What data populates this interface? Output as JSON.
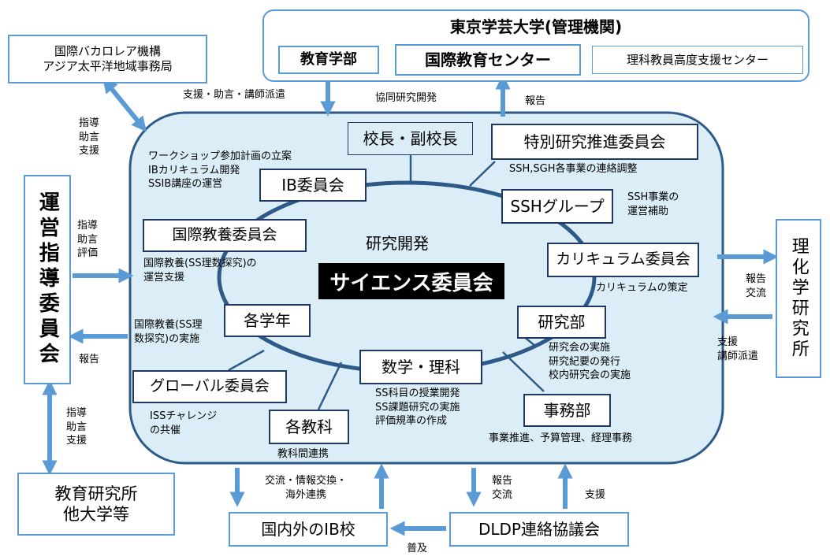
{
  "colors": {
    "accent": "#5b9bd5",
    "panel_fill": "#dbeef7",
    "ring": "#2e5a8a",
    "dark_border": "#1f3864"
  },
  "top_org": {
    "title": "東京学芸大学(管理機関)",
    "faculty": "教育学部",
    "intl_center": "国際教育センター",
    "science_center": "理科教員高度支援センター"
  },
  "ib_asia": [
    "国際バカロレア機構",
    "アジア太平洋地域事務局"
  ],
  "steering": "運営指導委員会",
  "riken": "理化学研究所",
  "edu_inst": [
    "教育研究所",
    "他大学等"
  ],
  "ib_schools": "国内外のIB校",
  "dldp": "DLDP連絡協議会",
  "center": {
    "title": "サイエンス委員会",
    "caption": "研究開発"
  },
  "committees": {
    "principal": "校長・副校長",
    "special": "特別研究推進委員会",
    "ssh_group": "SSHグループ",
    "curriculum": "カリキュラム委員会",
    "research": "研究部",
    "office": "事務部",
    "math_science": "数学・理科",
    "subjects": "各教科",
    "global": "グローバル委員会",
    "grades": "各学年",
    "intl_liberal": "国際教養委員会",
    "ib": "IB委員会"
  },
  "notes": {
    "ib": [
      "ワークショップ参加計画の立案",
      "IBカリキュラム開発",
      "SSIB講座の運営"
    ],
    "special": "SSH,SGH各事業の連絡調整",
    "ssh": [
      "SSH事業の",
      "運営補助"
    ],
    "curriculum": "カリキュラムの策定",
    "research": [
      "研究会の実施",
      "研究紀要の発行",
      "校内研究会の実施"
    ],
    "office": "事業推進、予算管理、経理事務",
    "math": [
      "SS科目の授業開発",
      "SS課題研究の実施",
      "評価規準の作成"
    ],
    "subjects": "教科間連携",
    "global": [
      "ISSチャレンジ",
      "の共催"
    ],
    "grades": [
      "国際教養(SS理",
      "数探究)の実施"
    ],
    "intl": [
      "国際教養(SS理数探究)の",
      "運営支援"
    ]
  },
  "arrow_labels": {
    "support_top": "支援・助言・講師派遣",
    "joint_dev": "協同研究開発",
    "report_top": "報告",
    "ib_guidance": [
      "指導",
      "助言",
      "支援"
    ],
    "steer_in": [
      "指導",
      "助言",
      "評価"
    ],
    "steer_out": "報告",
    "riken_out": [
      "報告",
      "交流"
    ],
    "riken_in": [
      "支援",
      "講師派遣"
    ],
    "steer_edu": [
      "指導",
      "助言",
      "支援"
    ],
    "exchange": [
      "交流・情報交換・",
      "海外連携"
    ],
    "dldp_out": [
      "報告",
      "交流"
    ],
    "dldp_in": "支援",
    "spread": "普及"
  }
}
